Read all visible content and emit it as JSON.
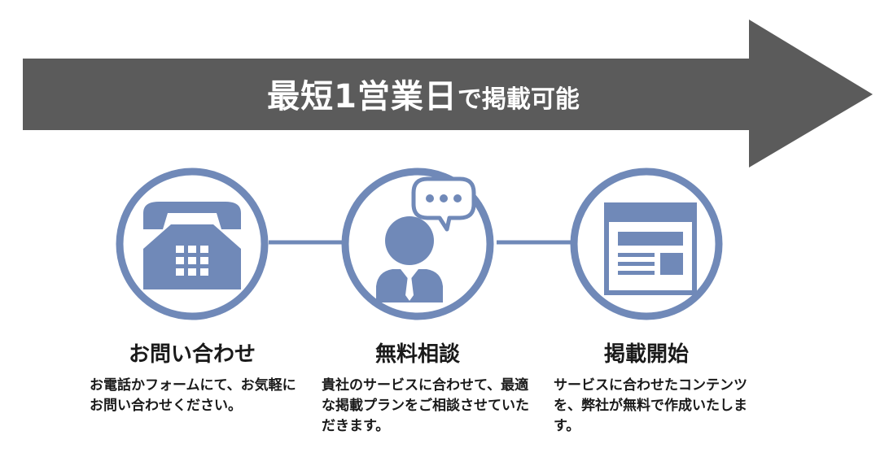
{
  "banner": {
    "title": "最短1営業日",
    "subtitle": "で掲載可能"
  },
  "steps": [
    {
      "title": "お問い合わせ",
      "description": "お電話かフォームにて、お気軽にお問い合わせください。",
      "icon": "phone-icon"
    },
    {
      "title": "無料相談",
      "description": "貴社のサービスに合わせて、最適な掲載プランをご相談させていただきます。",
      "icon": "consultant-icon"
    },
    {
      "title": "掲載開始",
      "description": "サービスに合わせたコンテンツを、弊社が無料で作成いたします。",
      "icon": "webpage-icon"
    }
  ],
  "colors": {
    "arrow": "#5b5b5b",
    "accent": "#7089b8",
    "text": "#1a1a1a",
    "background": "#ffffff"
  }
}
